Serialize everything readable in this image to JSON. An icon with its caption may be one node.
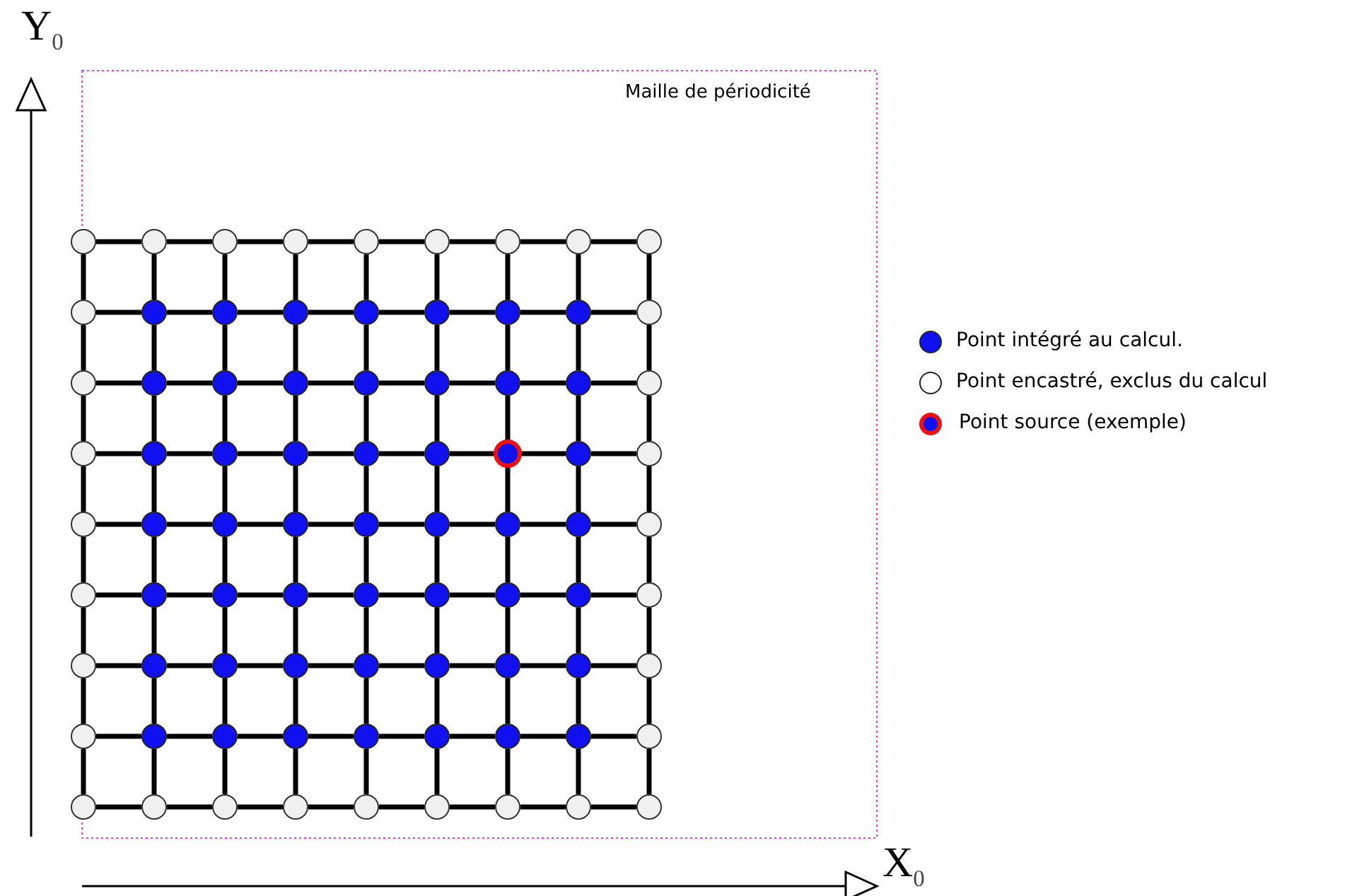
{
  "diagram": {
    "nodes": [
      {
        "text": [],
        "shape": "circle"
      },
      {
        "text": [],
        "shape": "circle"
      },
      {
        "text": [],
        "shape": "circle"
      },
      {
        "text": [],
        "shape": "circle"
      },
      {
        "text": [],
        "shape": "circle"
      },
      {
        "text": [],
        "shape": "circle"
      },
      {
        "text": [],
        "shape": "circle"
      },
      {
        "text": [],
        "shape": "circle"
      },
      {
        "text": [],
        "shape": "circle"
      },
      {
        "text": [],
        "shape": "circle"
      },
      {
        "text": [],
        "shape": "circle"
      },
      {
        "text": [],
        "shape": "circle"
      },
      {
        "text": [],
        "shape": "circle"
      },
      {
        "text": [],
        "shape": "circle"
      },
      {
        "text": [],
        "shape": "circle"
      },
      {
        "text": [],
        "shape": "circle"
      },
      {
        "text": [],
        "shape": "circle"
      },
      {
        "text": [],
        "shape": "circle"
      },
      {
        "text": [],
        "shape": "circle"
      },
      {
        "text": [],
        "shape": "circle"
      },
      {
        "text": [],
        "shape": "circle"
      },
      {
        "text": [],
        "shape": "circle"
      },
      {
        "text": [],
        "shape": "circle"
      },
      {
        "text": [],
        "shape": "circle"
      },
      {
        "text": [],
        "shape": "circle"
      },
      {
        "text": [],
        "shape": "circle"
      },
      {
        "text": [],
        "shape": "circle"
      },
      {
        "text": [],
        "shape": "circle"
      },
      {
        "text": [],
        "shape": "circle"
      },
      {
        "text": [],
        "shape": "circle"
      },
      {
        "text": [],
        "shape": "circle"
      },
      {
        "text": [],
        "shape": "circle"
      },
      {
        "text": [],
        "shape": "circle"
      },
      {
        "text": [],
        "shape": "circle"
      },
      {
        "text": [],
        "shape": "circle"
      },
      {
        "text": [],
        "shape": "circle"
      },
      {
        "text": [],
        "shape": "circle"
      },
      {
        "text": [],
        "shape": "circle"
      },
      {
        "text": [],
        "shape": "circle"
      },
      {
        "text": [],
        "shape": "circle"
      },
      {
        "text": [],
        "shape": "circle"
      },
      {
        "text": [],
        "shape": "circle"
      },
      {
        "text": [],
        "shape": "circle"
      },
      {
        "text": [],
        "shape": "circle"
      },
      {
        "text": [],
        "shape": "circle"
      },
      {
        "text": [],
        "shape": "circle"
      },
      {
        "text": [],
        "shape": "circle"
      },
      {
        "text": [],
        "shape": "circle"
      },
      {
        "text": [],
        "shape": "circle"
      },
      {
        "text": [],
        "shape": "circle"
      },
      {
        "text": [],
        "shape": "circle"
      },
      {
        "text": [],
        "shape": "circle"
      },
      {
        "text": [],
        "shape": "circle"
      },
      {
        "text": [],
        "shape": "circle"
      },
      {
        "text": [],
        "shape": "circle"
      },
      {
        "text": [],
        "shape": "circle"
      },
      {
        "text": [],
        "shape": "circle"
      },
      {
        "text": [],
        "shape": "circle"
      },
      {
        "text": [],
        "shape": "circle"
      },
      {
        "text": [],
        "shape": "circle"
      },
      {
        "text": [],
        "shape": "circle"
      },
      {
        "text": [],
        "shape": "circle"
      },
      {
        "text": [],
        "shape": "circle"
      },
      {
        "text": [],
        "shape": "circle"
      },
      {
        "text": [],
        "shape": "circle"
      },
      {
        "text": [],
        "shape": "circle"
      },
      {
        "text": [],
        "shape": "circle"
      },
      {
        "text": [],
        "shape": "circle"
      },
      {
        "text": [],
        "shape": "circle"
      },
      {
        "text": [],
        "shape": "circle"
      },
      {
        "text": [],
        "shape": "circle"
      },
      {
        "text": [],
        "shape": "circle"
      },
      {
        "text": [],
        "shape": "circle"
      },
      {
        "text": [],
        "shape": "circle"
      },
      {
        "text": [],
        "shape": "circle"
      },
      {
        "text": [],
        "shape": "circle"
      },
      {
        "text": [],
        "shape": "circle"
      },
      {
        "text": [],
        "shape": "circle"
      },
      {
        "text": [],
        "shape": "circle"
      },
      {
        "text": [],
        "shape": "circle"
      },
      {
        "text": [],
        "shape": "circle"
      }
    ],
    "edges": [
      {
        "from": 0,
        "to": 1,
        "arrow": "none"
      },
      {
        "from": 1,
        "to": 2,
        "arrow": "none"
      },
      {
        "from": 2,
        "to": 3,
        "arrow": "none"
      },
      {
        "from": 3,
        "to": 4,
        "arrow": "none"
      },
      {
        "from": 4,
        "to": 5,
        "arrow": "none"
      },
      {
        "from": 5,
        "to": 6,
        "arrow": "none"
      },
      {
        "from": 6,
        "to": 7,
        "arrow": "none"
      },
      {
        "from": 7,
        "to": 8,
        "arrow": "none"
      },
      {
        "from": 9,
        "to": 10,
        "arrow": "none"
      },
      {
        "from": 10,
        "to": 11,
        "arrow": "none"
      },
      {
        "from": 11,
        "to": 12,
        "arrow": "none"
      },
      {
        "from": 12,
        "to": 13,
        "arrow": "none"
      },
      {
        "from": 13,
        "to": 14,
        "arrow": "none"
      },
      {
        "from": 14,
        "to": 15,
        "arrow": "none"
      },
      {
        "from": 15,
        "to": 16,
        "arrow": "none"
      },
      {
        "from": 16,
        "to": 17,
        "arrow": "none"
      },
      {
        "from": 18,
        "to": 19,
        "arrow": "none"
      },
      {
        "from": 19,
        "to": 20,
        "arrow": "none"
      },
      {
        "from": 20,
        "to": 21,
        "arrow": "none"
      },
      {
        "from": 21,
        "to": 22,
        "arrow": "none"
      },
      {
        "from": 22,
        "to": 23,
        "arrow": "none"
      },
      {
        "from": 23,
        "to": 24,
        "arrow": "none"
      },
      {
        "from": 24,
        "to": 25,
        "arrow": "none"
      },
      {
        "from": 25,
        "to": 26,
        "arrow": "none"
      },
      {
        "from": 27,
        "to": 28,
        "arrow": "none"
      },
      {
        "from": 28,
        "to": 29,
        "arrow": "none"
      },
      {
        "from": 29,
        "to": 30,
        "arrow": "none"
      },
      {
        "from": 30,
        "to": 31,
        "arrow": "none"
      },
      {
        "from": 31,
        "to": 32,
        "arrow": "none"
      },
      {
        "from": 32,
        "to": 33,
        "arrow": "none"
      },
      {
        "from": 33,
        "to": 34,
        "arrow": "none"
      },
      {
        "from": 34,
        "to": 35,
        "arrow": "none"
      },
      {
        "from": 36,
        "to": 37,
        "arrow": "none"
      },
      {
        "from": 37,
        "to": 38,
        "arrow": "none"
      },
      {
        "from": 38,
        "to": 39,
        "arrow": "none"
      },
      {
        "from": 39,
        "to": 40,
        "arrow": "none"
      },
      {
        "from": 40,
        "to": 41,
        "arrow": "none"
      },
      {
        "from": 41,
        "to": 42,
        "arrow": "none"
      },
      {
        "from": 42,
        "to": 43,
        "arrow": "none"
      },
      {
        "from": 43,
        "to": 44,
        "arrow": "none"
      },
      {
        "from": 45,
        "to": 46,
        "arrow": "none"
      },
      {
        "from": 46,
        "to": 47,
        "arrow": "none"
      },
      {
        "from": 47,
        "to": 48,
        "arrow": "none"
      },
      {
        "from": 48,
        "to": 49,
        "arrow": "none"
      },
      {
        "from": 49,
        "to": 50,
        "arrow": "none"
      },
      {
        "from": 50,
        "to": 51,
        "arrow": "none"
      },
      {
        "from": 51,
        "to": 52,
        "arrow": "none"
      },
      {
        "from": 52,
        "to": 53,
        "arrow": "none"
      },
      {
        "from": 54,
        "to": 55,
        "arrow": "none"
      },
      {
        "from": 55,
        "to": 56,
        "arrow": "none"
      },
      {
        "from": 56,
        "to": 57,
        "arrow": "none"
      },
      {
        "from": 57,
        "to": 58,
        "arrow": "none"
      },
      {
        "from": 58,
        "to": 59,
        "arrow": "none"
      },
      {
        "from": 59,
        "to": 60,
        "arrow": "none"
      },
      {
        "from": 60,
        "to": 61,
        "arrow": "none"
      },
      {
        "from": 61,
        "to": 62,
        "arrow": "none"
      },
      {
        "from": 63,
        "to": 64,
        "arrow": "none"
      },
      {
        "from": 64,
        "to": 65,
        "arrow": "none"
      },
      {
        "from": 65,
        "to": 66,
        "arrow": "none"
      },
      {
        "from": 66,
        "to": 67,
        "arrow": "none"
      },
      {
        "from": 67,
        "to": 68,
        "arrow": "none"
      },
      {
        "from": 68,
        "to": 69,
        "arrow": "none"
      },
      {
        "from": 69,
        "to": 70,
        "arrow": "none"
      },
      {
        "from": 70,
        "to": 71,
        "arrow": "none"
      },
      {
        "from": 72,
        "to": 73,
        "arrow": "none"
      },
      {
        "from": 73,
        "to": 74,
        "arrow": "none"
      },
      {
        "from": 74,
        "to": 75,
        "arrow": "none"
      },
      {
        "from": 75,
        "to": 76,
        "arrow": "none"
      },
      {
        "from": 76,
        "to": 77,
        "arrow": "none"
      },
      {
        "from": 77,
        "to": 78,
        "arrow": "none"
      },
      {
        "from": 78,
        "to": 79,
        "arrow": "none"
      },
      {
        "from": 79,
        "to": 80,
        "arrow": "none"
      },
      {
        "from": 0,
        "to": 9,
        "arrow": "none"
      },
      {
        "from": 1,
        "to": 10,
        "arrow": "none"
      },
      {
        "from": 2,
        "to": 11,
        "arrow": "none"
      },
      {
        "from": 3,
        "to": 12,
        "arrow": "none"
      },
      {
        "from": 4,
        "to": 13,
        "arrow": "none"
      },
      {
        "from": 5,
        "to": 14,
        "arrow": "none"
      },
      {
        "from": 6,
        "to": 15,
        "arrow": "none"
      },
      {
        "from": 7,
        "to": 16,
        "arrow": "none"
      },
      {
        "from": 8,
        "to": 17,
        "arrow": "none"
      },
      {
        "from": 9,
        "to": 18,
        "arrow": "none"
      },
      {
        "from": 10,
        "to": 19,
        "arrow": "none"
      },
      {
        "from": 11,
        "to": 20,
        "arrow": "none"
      },
      {
        "from": 12,
        "to": 21,
        "arrow": "none"
      },
      {
        "from": 13,
        "to": 22,
        "arrow": "none"
      },
      {
        "from": 14,
        "to": 23,
        "arrow": "none"
      },
      {
        "from": 15,
        "to": 24,
        "arrow": "none"
      },
      {
        "from": 16,
        "to": 25,
        "arrow": "none"
      },
      {
        "from": 17,
        "to": 26,
        "arrow": "none"
      },
      {
        "from": 18,
        "to": 27,
        "arrow": "none"
      },
      {
        "from": 19,
        "to": 28,
        "arrow": "none"
      },
      {
        "from": 20,
        "to": 29,
        "arrow": "none"
      },
      {
        "from": 21,
        "to": 30,
        "arrow": "none"
      },
      {
        "from": 22,
        "to": 31,
        "arrow": "none"
      },
      {
        "from": 23,
        "to": 32,
        "arrow": "none"
      },
      {
        "from": 24,
        "to": 33,
        "arrow": "none"
      },
      {
        "from": 25,
        "to": 34,
        "arrow": "none"
      },
      {
        "from": 26,
        "to": 35,
        "arrow": "none"
      },
      {
        "from": 27,
        "to": 36,
        "arrow": "none"
      },
      {
        "from": 28,
        "to": 37,
        "arrow": "none"
      },
      {
        "from": 29,
        "to": 38,
        "arrow": "none"
      },
      {
        "from": 30,
        "to": 39,
        "arrow": "none"
      },
      {
        "from": 31,
        "to": 40,
        "arrow": "none"
      },
      {
        "from": 32,
        "to": 41,
        "arrow": "none"
      },
      {
        "from": 33,
        "to": 42,
        "arrow": "none"
      },
      {
        "from": 34,
        "to": 43,
        "arrow": "none"
      },
      {
        "from": 35,
        "to": 44,
        "arrow": "none"
      },
      {
        "from": 36,
        "to": 45,
        "arrow": "none"
      },
      {
        "from": 37,
        "to": 46,
        "arrow": "none"
      },
      {
        "from": 38,
        "to": 47,
        "arrow": "none"
      },
      {
        "from": 39,
        "to": 48,
        "arrow": "none"
      },
      {
        "from": 40,
        "to": 49,
        "arrow": "none"
      },
      {
        "from": 41,
        "to": 50,
        "arrow": "none"
      },
      {
        "from": 42,
        "to": 51,
        "arrow": "none"
      },
      {
        "from": 43,
        "to": 52,
        "arrow": "none"
      },
      {
        "from": 44,
        "to": 53,
        "arrow": "none"
      },
      {
        "from": 45,
        "to": 54,
        "arrow": "none"
      },
      {
        "from": 46,
        "to": 55,
        "arrow": "none"
      },
      {
        "from": 47,
        "to": 56,
        "arrow": "none"
      },
      {
        "from": 48,
        "to": 57,
        "arrow": "none"
      },
      {
        "from": 49,
        "to": 58,
        "arrow": "none"
      },
      {
        "from": 50,
        "to": 59,
        "arrow": "none"
      },
      {
        "from": 51,
        "to": 60,
        "arrow": "none"
      },
      {
        "from": 52,
        "to": 61,
        "arrow": "none"
      },
      {
        "from": 53,
        "to": 62,
        "arrow": "none"
      },
      {
        "from": 54,
        "to": 63,
        "arrow": "none"
      },
      {
        "from": 55,
        "to": 64,
        "arrow": "none"
      },
      {
        "from": 56,
        "to": 65,
        "arrow": "none"
      },
      {
        "from": 57,
        "to": 66,
        "arrow": "none"
      },
      {
        "from": 58,
        "to": 67,
        "arrow": "none"
      },
      {
        "from": 59,
        "to": 68,
        "arrow": "none"
      },
      {
        "from": 60,
        "to": 69,
        "arrow": "none"
      },
      {
        "from": 61,
        "to": 70,
        "arrow": "none"
      },
      {
        "from": 62,
        "to": 71,
        "arrow": "none"
      },
      {
        "from": 63,
        "to": 72,
        "arrow": "none"
      },
      {
        "from": 64,
        "to": 73,
        "arrow": "none"
      },
      {
        "from": 65,
        "to": 74,
        "arrow": "none"
      },
      {
        "from": 66,
        "to": 75,
        "arrow": "none"
      },
      {
        "from": 67,
        "to": 76,
        "arrow": "none"
      },
      {
        "from": 68,
        "to": 77,
        "arrow": "none"
      },
      {
        "from": 69,
        "to": 78,
        "arrow": "none"
      },
      {
        "from": 70,
        "to": 79,
        "arrow": "none"
      },
      {
        "from": 71,
        "to": 80,
        "arrow": "none"
      }
    ],
    "labels": [
      "Y$_{0}$",
      "Maille de périodicité",
      "X$_{0}$"
    ],
    "legend": [
      {
        "text": "Point intégré au calcul.",
        "color": "#1010f0"
      },
      {
        "text": "Point encastré, exclus du calcul",
        "color": "#ffffff"
      },
      {
        "text": "Point source (exemple)"
      }
    ]
  }
}
